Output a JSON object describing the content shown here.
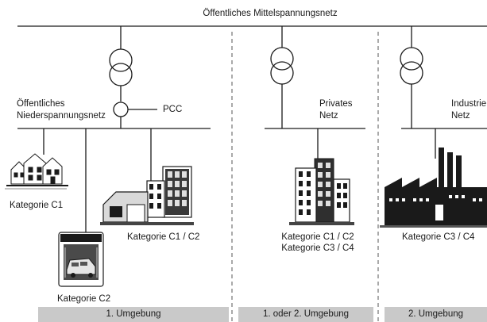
{
  "labels": {
    "mv_grid": "Öffentliches Mittelspannungsnetz",
    "lv_grid_line1": "Öffentliches",
    "lv_grid_line2": "Niederspannungsnetz",
    "pcc": "PCC",
    "private_line1": "Privates",
    "private_line2": "Netz",
    "industrial_line1": "Industrie",
    "industrial_line2": "Netz",
    "cat_c1": "Kategorie C1",
    "cat_c2": "Kategorie C2",
    "cat_c1_c2": "Kategorie C1 / C2",
    "private_cat_line1": "Kategorie C1 / C2",
    "private_cat_line2": "Kategorie C3 / C4",
    "cat_c3_c4": "Kategorie C3 / C4"
  },
  "environments": [
    "1. Umgebung",
    "1. oder 2. Umgebung",
    "2. Umgebung"
  ],
  "icons": {
    "transformers": "transformer-icon",
    "houses": "residential-houses-icon",
    "carwash": "car-wash-icon",
    "commercial": "commercial-building-icon",
    "office": "office-buildings-icon",
    "factory": "factory-icon"
  }
}
